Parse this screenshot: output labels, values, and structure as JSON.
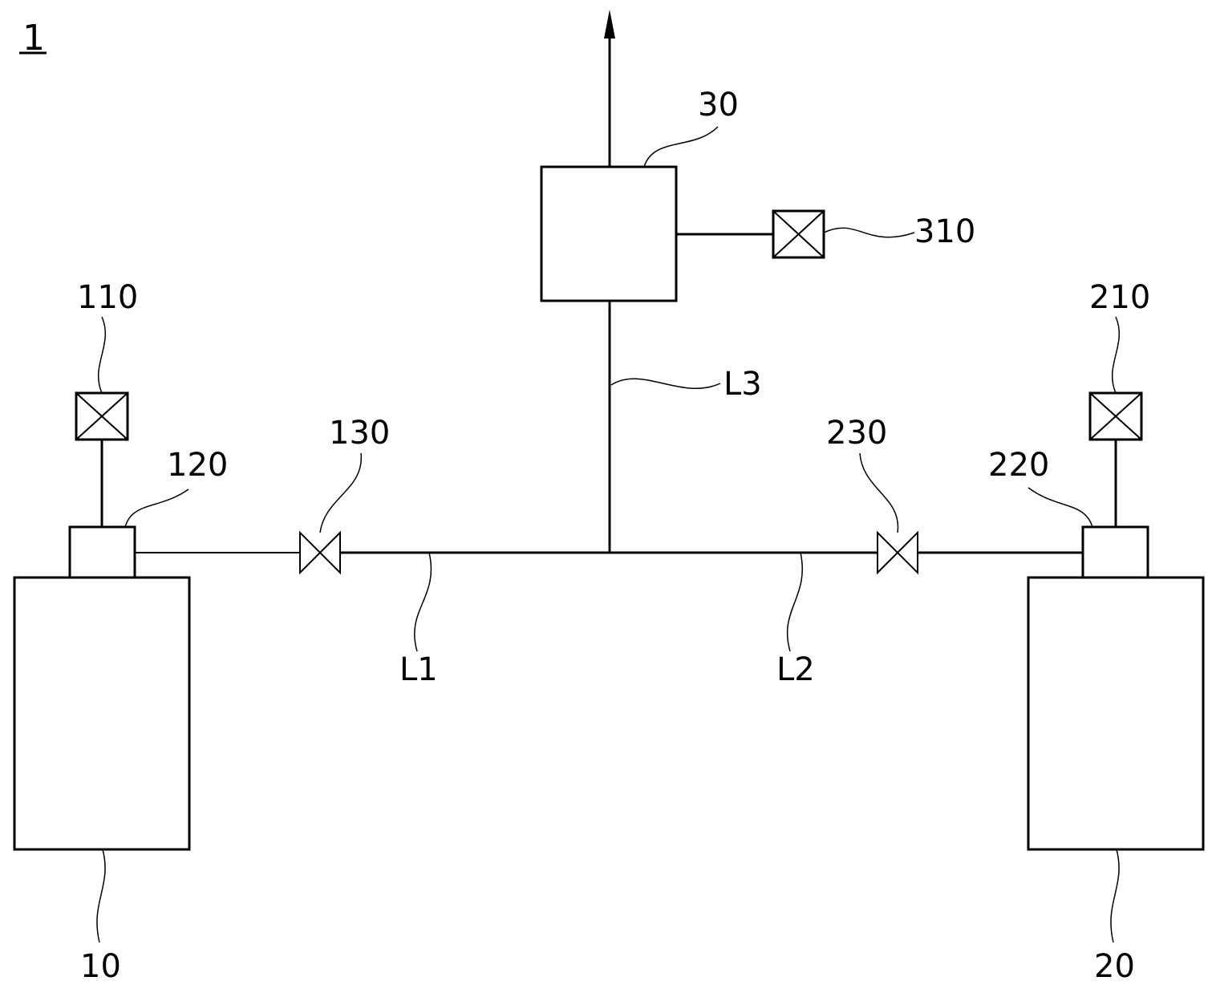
{
  "figure_label": "1",
  "components": {
    "tank_left": {
      "ref": "10"
    },
    "tank_right": {
      "ref": "20"
    },
    "unit_top": {
      "ref": "30"
    },
    "sensor_left": {
      "ref": "110"
    },
    "sensor_right": {
      "ref": "210"
    },
    "sensor_top": {
      "ref": "310"
    },
    "regulator_left": {
      "ref": "120"
    },
    "regulator_right": {
      "ref": "220"
    },
    "valve_left": {
      "ref": "130"
    },
    "valve_right": {
      "ref": "230"
    }
  },
  "lines": {
    "line_left": {
      "ref": "L1"
    },
    "line_right": {
      "ref": "L2"
    },
    "line_vertical": {
      "ref": "L3"
    }
  },
  "colors": {
    "stroke": "#000000",
    "background": "#ffffff"
  },
  "icons": {
    "sensor": "box-with-x-icon",
    "valve": "bowtie-valve-icon",
    "outlet": "arrow-up-icon"
  }
}
